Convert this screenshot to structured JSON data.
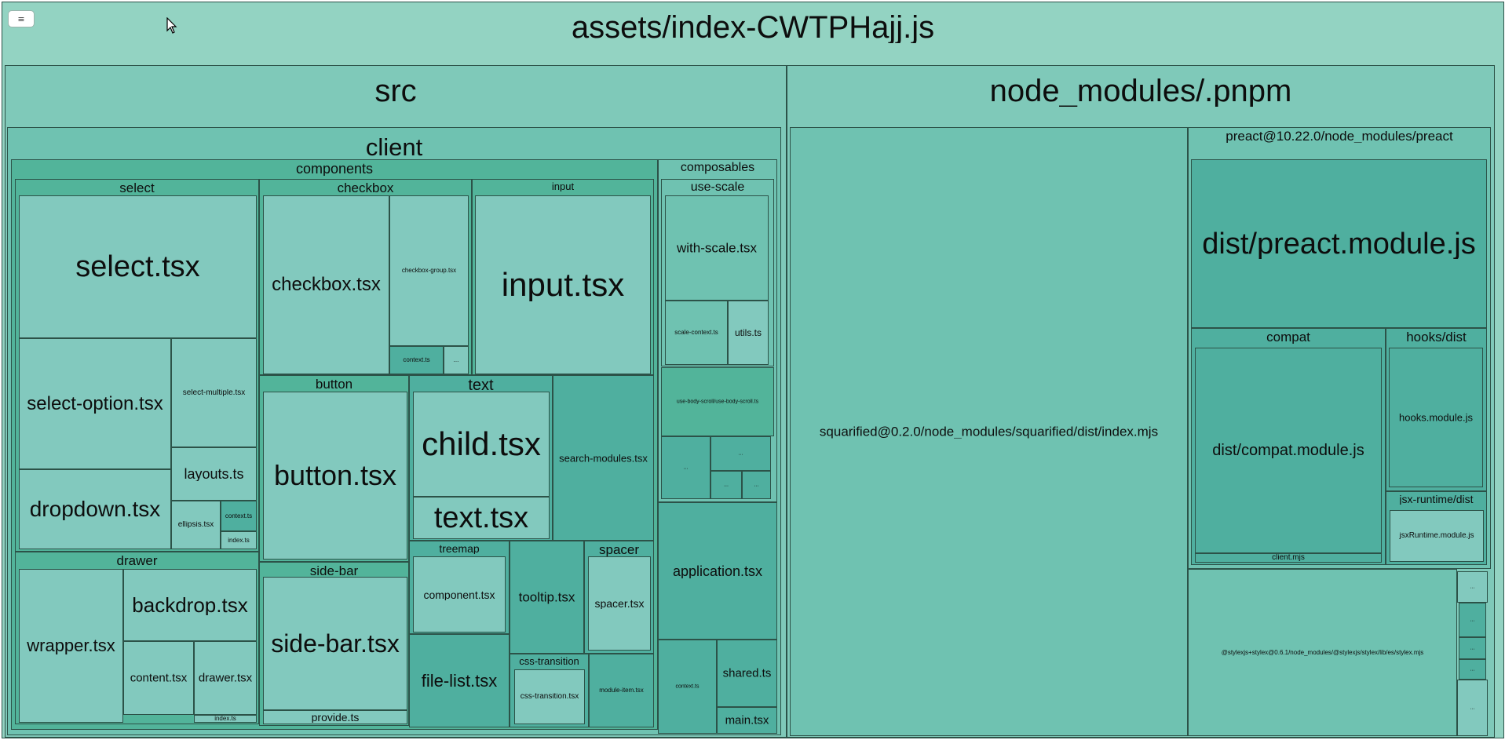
{
  "toolbar": {
    "menu_icon": "≡"
  },
  "colors": {
    "c0": "#93d3c2",
    "c1": "#7fc9b9",
    "c2": "#6fc2b1",
    "c3": "#52b49a",
    "c4": "#4faf9f",
    "c5": "#82c9be"
  },
  "tree": {
    "name": "assets/index-CWTPHajj.js",
    "color": "c0",
    "children": [
      {
        "name": "src",
        "color": "c1",
        "children": [
          {
            "name": "client",
            "color": "c2",
            "children": [
              {
                "name": "components",
                "color": "c3",
                "children": [
                  {
                    "name": "select",
                    "color": "c3",
                    "children": [
                      {
                        "name": "select.tsx",
                        "color": "c5"
                      },
                      {
                        "name": "select-option.tsx",
                        "color": "c5"
                      },
                      {
                        "name": "dropdown.tsx",
                        "color": "c5"
                      },
                      {
                        "name": "select-multiple.tsx",
                        "color": "c5"
                      },
                      {
                        "name": "layouts.ts",
                        "color": "c5"
                      },
                      {
                        "name": "ellipsis.tsx",
                        "color": "c5"
                      },
                      {
                        "name": "context.ts",
                        "color": "c4"
                      },
                      {
                        "name": "index.ts",
                        "color": "c5"
                      }
                    ]
                  },
                  {
                    "name": "drawer",
                    "color": "c3",
                    "children": [
                      {
                        "name": "wrapper.tsx",
                        "color": "c5"
                      },
                      {
                        "name": "backdrop.tsx",
                        "color": "c5"
                      },
                      {
                        "name": "content.tsx",
                        "color": "c5"
                      },
                      {
                        "name": "drawer.tsx",
                        "color": "c5"
                      },
                      {
                        "name": "index.ts",
                        "color": "c5"
                      }
                    ]
                  },
                  {
                    "name": "checkbox",
                    "color": "c3",
                    "children": [
                      {
                        "name": "checkbox.tsx",
                        "color": "c5"
                      },
                      {
                        "name": "checkbox-group.tsx",
                        "color": "c5"
                      },
                      {
                        "name": "context.ts",
                        "color": "c4"
                      },
                      {
                        "name": "...",
                        "color": "c5"
                      }
                    ]
                  },
                  {
                    "name": "input",
                    "color": "c3",
                    "children": [
                      {
                        "name": "input.tsx",
                        "color": "c5"
                      }
                    ]
                  },
                  {
                    "name": "button",
                    "color": "c3",
                    "children": [
                      {
                        "name": "button.tsx",
                        "color": "c5"
                      }
                    ]
                  },
                  {
                    "name": "side-bar",
                    "color": "c3",
                    "children": [
                      {
                        "name": "side-bar.tsx",
                        "color": "c5"
                      },
                      {
                        "name": "provide.ts",
                        "color": "c5"
                      }
                    ]
                  },
                  {
                    "name": "text",
                    "color": "c4",
                    "children": [
                      {
                        "name": "child.tsx",
                        "color": "c5"
                      },
                      {
                        "name": "text.tsx",
                        "color": "c5"
                      }
                    ]
                  },
                  {
                    "name": "search-modules.tsx",
                    "color": "c4"
                  },
                  {
                    "name": "treemap",
                    "color": "c4",
                    "children": [
                      {
                        "name": "component.tsx",
                        "color": "c5"
                      }
                    ]
                  },
                  {
                    "name": "file-list.tsx",
                    "color": "c4"
                  },
                  {
                    "name": "tooltip.tsx",
                    "color": "c4"
                  },
                  {
                    "name": "spacer",
                    "color": "c4",
                    "children": [
                      {
                        "name": "spacer.tsx",
                        "color": "c5"
                      }
                    ]
                  },
                  {
                    "name": "css-transition",
                    "color": "c4",
                    "children": [
                      {
                        "name": "css-transition.tsx",
                        "color": "c5"
                      }
                    ]
                  },
                  {
                    "name": "module-item.tsx",
                    "color": "c4"
                  }
                ]
              },
              {
                "name": "composables",
                "color": "c2",
                "children": [
                  {
                    "name": "use-scale",
                    "color": "c2",
                    "children": [
                      {
                        "name": "with-scale.tsx",
                        "color": "c2"
                      },
                      {
                        "name": "scale-context.ts",
                        "color": "c2"
                      },
                      {
                        "name": "utils.ts",
                        "color": "c5"
                      }
                    ]
                  },
                  {
                    "name": "use-body-scroll/use-body-scroll.ts",
                    "color": "c3"
                  },
                  {
                    "name": "...",
                    "color": "c4"
                  },
                  {
                    "name": "...",
                    "color": "c4"
                  },
                  {
                    "name": "...",
                    "color": "c4"
                  },
                  {
                    "name": "...",
                    "color": "c4"
                  }
                ]
              },
              {
                "name": "application.tsx",
                "color": "c4"
              },
              {
                "name": "context.ts",
                "color": "c4"
              },
              {
                "name": "shared.ts",
                "color": "c4"
              },
              {
                "name": "main.tsx",
                "color": "c4"
              }
            ]
          }
        ]
      },
      {
        "name": "node_modules/.pnpm",
        "color": "c1",
        "children": [
          {
            "name": "squarified@0.2.0/node_modules/squarified/dist/index.mjs",
            "color": "c2"
          },
          {
            "name": "preact@10.22.0/node_modules/preact",
            "color": "c2",
            "children": [
              {
                "name": "dist/preact.module.js",
                "color": "c4"
              },
              {
                "name": "compat",
                "color": "c4",
                "children": [
                  {
                    "name": "dist/compat.module.js",
                    "color": "c4"
                  },
                  {
                    "name": "client.mjs",
                    "color": "c4"
                  }
                ]
              },
              {
                "name": "hooks/dist",
                "color": "c4",
                "children": [
                  {
                    "name": "hooks.module.js",
                    "color": "c4"
                  }
                ]
              },
              {
                "name": "jsx-runtime/dist",
                "color": "c4",
                "children": [
                  {
                    "name": "jsxRuntime.module.js",
                    "color": "c5"
                  }
                ]
              }
            ]
          },
          {
            "name": "@stylexjs+stylex@0.6.1/node_modules/@stylexjs/stylex/lib/es/stylex.mjs",
            "color": "c2"
          },
          {
            "name": "...",
            "color": "c5"
          },
          {
            "name": "...",
            "color": "c4"
          },
          {
            "name": "...",
            "color": "c4"
          },
          {
            "name": "...",
            "color": "c4"
          },
          {
            "name": "...",
            "color": "c5"
          }
        ]
      }
    ]
  }
}
